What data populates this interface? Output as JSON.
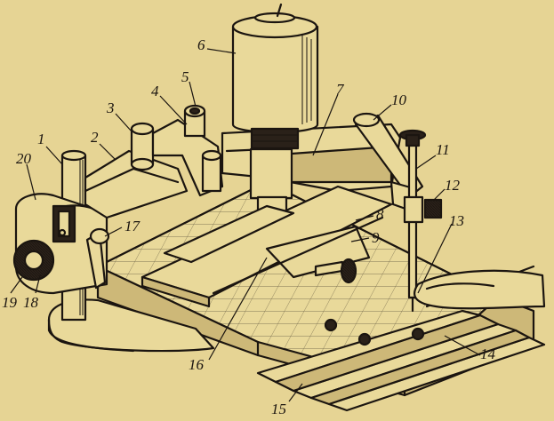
{
  "labels": {
    "n1": "1",
    "n2": "2",
    "n3": "3",
    "n4": "4",
    "n5": "5",
    "n6": "6",
    "n7": "7",
    "n8": "8",
    "n9": "9",
    "n10": "10",
    "n11": "11",
    "n12": "12",
    "n13": "13",
    "n14": "14",
    "n15": "15",
    "n16": "16",
    "n17": "17",
    "n18": "18",
    "n19": "19",
    "n20": "20"
  },
  "colors": {
    "paper": "#e6d494",
    "ink": "#1b1510",
    "shade": "#cdb878"
  }
}
